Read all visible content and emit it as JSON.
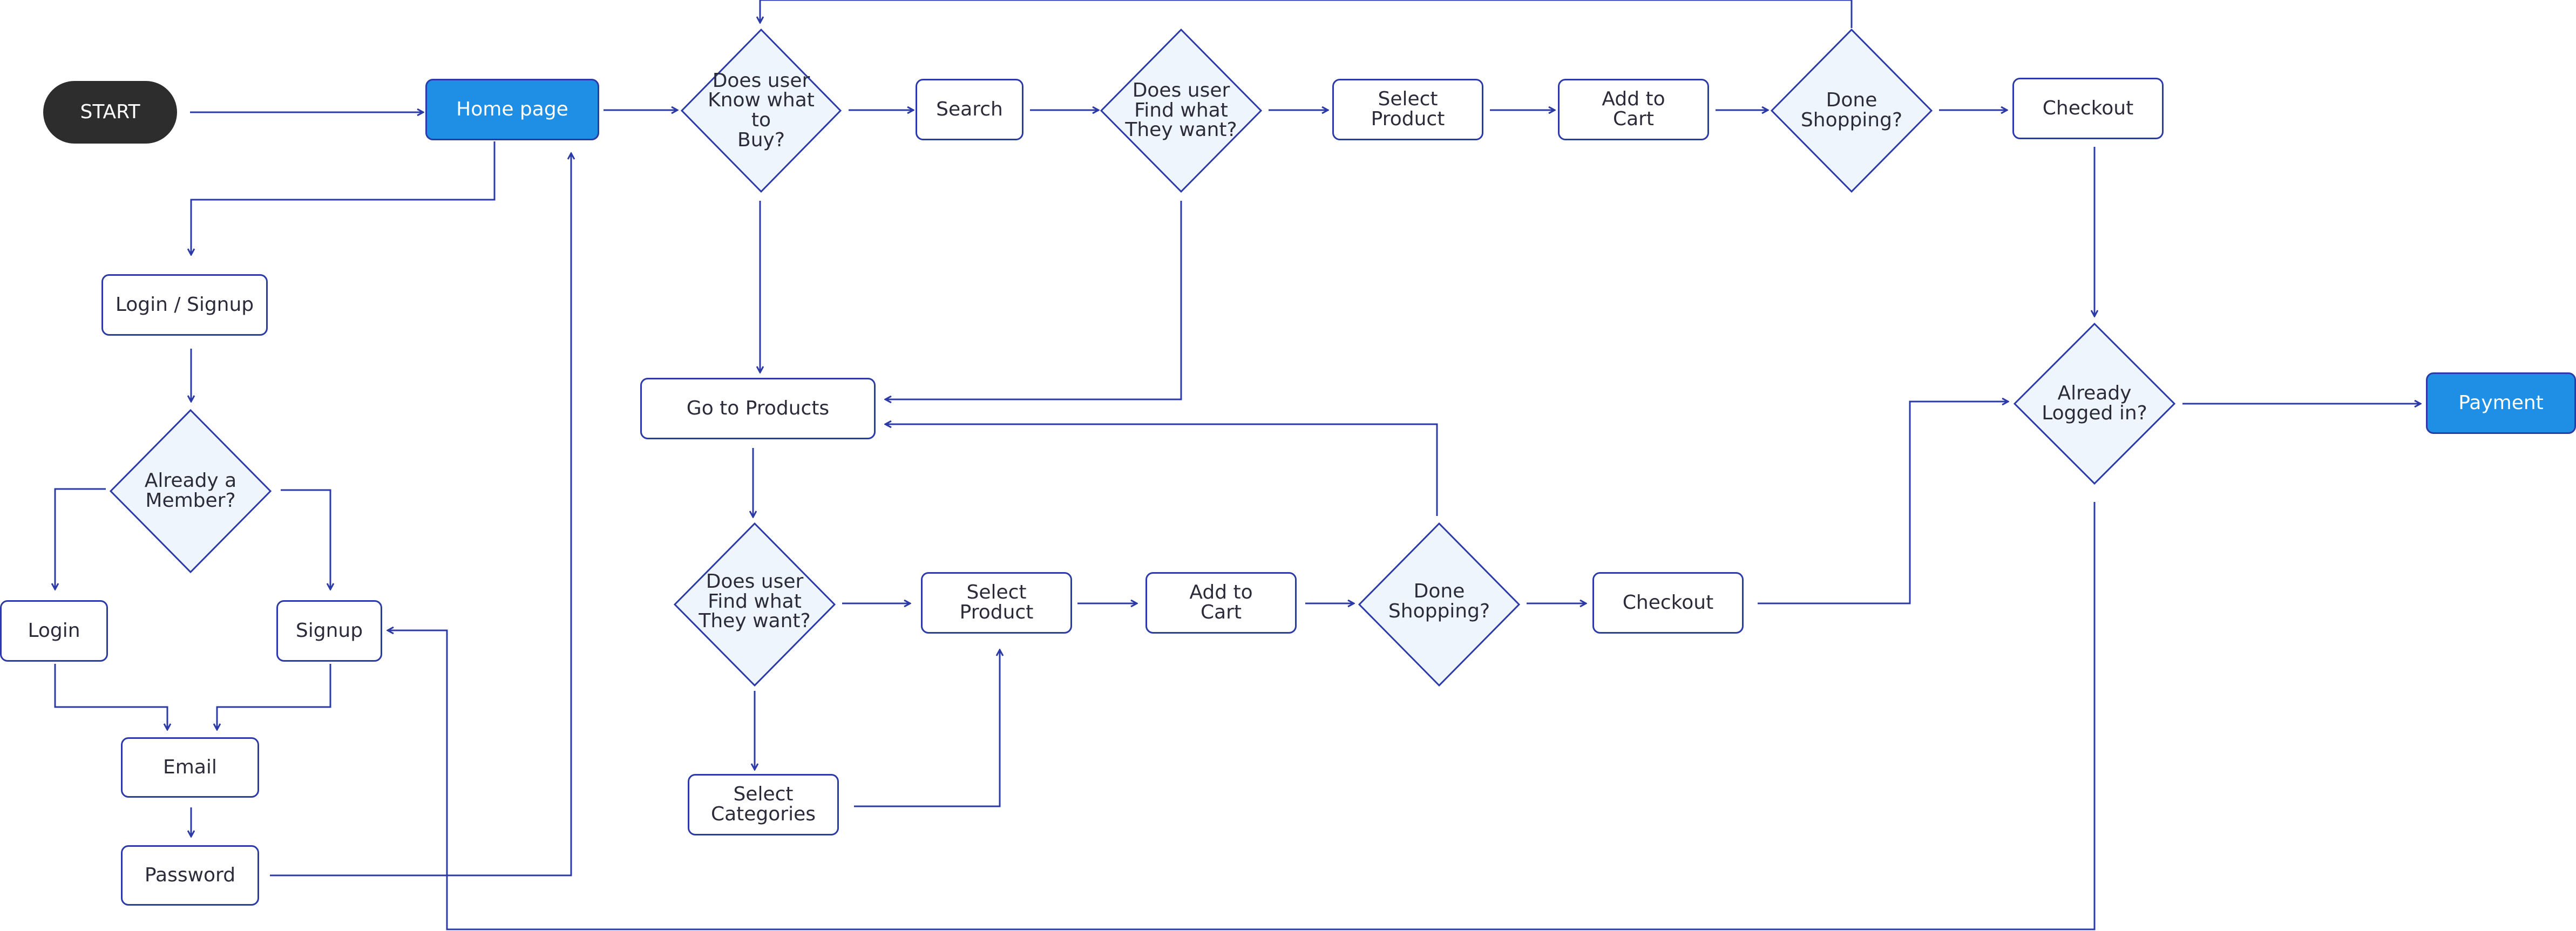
{
  "colors": {
    "line": "#2b3aa6",
    "diamond_fill": "#eef5fc",
    "primary_fill": "#1e8fe5",
    "start_fill": "#2d2d2d",
    "box_fill": "#ffffff"
  },
  "nodes": {
    "start": "START",
    "home_page": "Home page",
    "login_signup": "Login / Signup",
    "already_member": "Already a\nMember?",
    "login": "Login",
    "signup": "Signup",
    "email": "Email",
    "password": "Password",
    "know_what_to_buy": "Does user\nKnow what to\nBuy?",
    "search": "Search",
    "find_what_top": "Does user\nFind what\nThey want?",
    "select_product_top": "Select\nProduct",
    "add_to_cart_top": "Add to\nCart",
    "done_shopping_top": "Done\nShopping?",
    "checkout_top": "Checkout",
    "go_to_products": "Go to Products",
    "find_what_bottom": "Does user\nFind what\nThey want?",
    "select_product_bottom": "Select\nProduct",
    "add_to_cart_bottom": "Add to\nCart",
    "done_shopping_bottom": "Done\nShopping?",
    "checkout_bottom": "Checkout",
    "select_categories": "Select\nCategories",
    "already_logged_in": "Already\nLogged in?",
    "payment": "Payment"
  }
}
